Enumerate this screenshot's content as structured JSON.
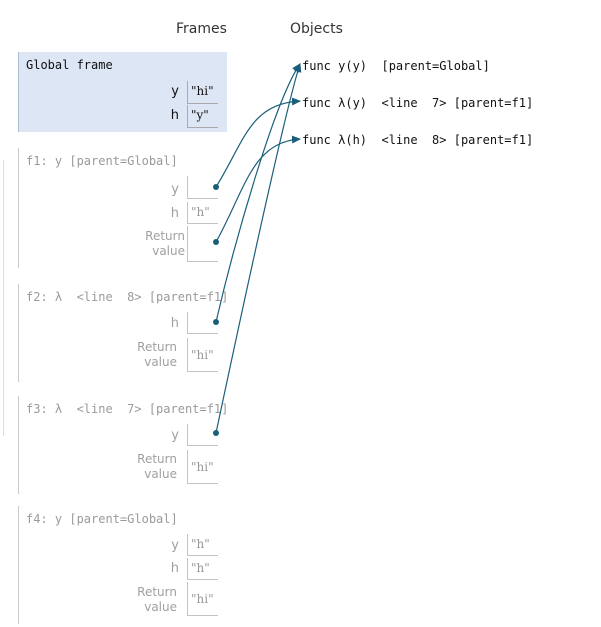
{
  "header": {
    "frames": "Frames",
    "objects": "Objects"
  },
  "frames": [
    {
      "title": "Global frame",
      "vars": [
        {
          "name": "y",
          "value": "\"hi\""
        },
        {
          "name": "h",
          "value": "\"y\""
        }
      ]
    },
    {
      "title": "f1: y [parent=Global]",
      "vars": [
        {
          "name": "y",
          "value": ""
        },
        {
          "name": "h",
          "value": "\"h\""
        },
        {
          "name": "Return value",
          "value": ""
        }
      ]
    },
    {
      "title": "f2: λ  <line  8> [parent=f1]",
      "vars": [
        {
          "name": "h",
          "value": ""
        },
        {
          "name": "Return value",
          "value": "\"hi\""
        }
      ]
    },
    {
      "title": "f3: λ  <line  7> [parent=f1]",
      "vars": [
        {
          "name": "y",
          "value": ""
        },
        {
          "name": "Return value",
          "value": "\"hi\""
        }
      ]
    },
    {
      "title": "f4: y [parent=Global]",
      "vars": [
        {
          "name": "y",
          "value": "\"h\""
        },
        {
          "name": "h",
          "value": "\"h\""
        },
        {
          "name": "Return value",
          "value": "\"hi\""
        }
      ]
    }
  ],
  "objects": [
    "func y(y)  [parent=Global]",
    "func λ(y)  <line  7> [parent=f1]",
    "func λ(h)  <line  8> [parent=f1]"
  ],
  "colors": {
    "arrow": "#1a5f7a",
    "global_bg": "#dce6f4"
  }
}
